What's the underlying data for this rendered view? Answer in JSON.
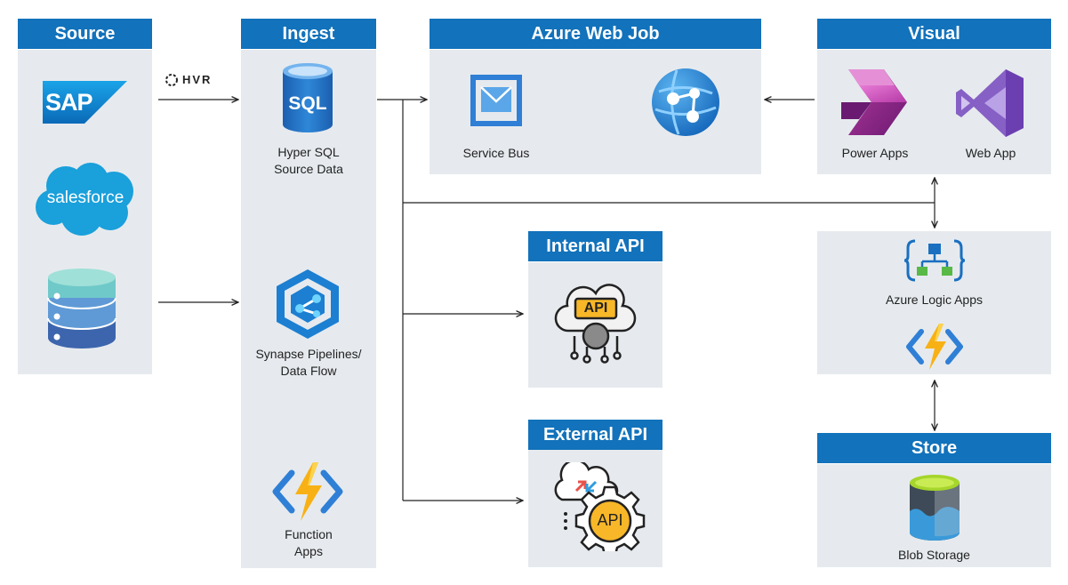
{
  "headers": {
    "source": "Source",
    "ingest": "Ingest",
    "webjob": "Azure Web Job",
    "visual": "Visual",
    "internal_api": "Internal API",
    "external_api": "External API",
    "store": "Store"
  },
  "source": {
    "sap": "SAP",
    "salesforce": "salesforce",
    "hvr": "HVR"
  },
  "ingest": {
    "sql_icon_text": "SQL",
    "hyper_sql_l1": "Hyper SQL",
    "hyper_sql_l2": "Source Data",
    "synapse_l1": "Synapse Pipelines/",
    "synapse_l2": "Data Flow",
    "function_l1": "Function",
    "function_l2": "Apps"
  },
  "webjob": {
    "service_bus": "Service Bus"
  },
  "visual": {
    "power_apps": "Power Apps",
    "web_app": "Web App"
  },
  "logic": {
    "azure_logic_apps": "Azure Logic Apps"
  },
  "internal_api": {
    "icon_text": "API"
  },
  "external_api": {
    "icon_text": "API"
  },
  "store": {
    "blob_storage": "Blob Storage"
  },
  "colors": {
    "header": "#1272bb",
    "panel": "#e6eaee",
    "arrow": "#222222"
  }
}
